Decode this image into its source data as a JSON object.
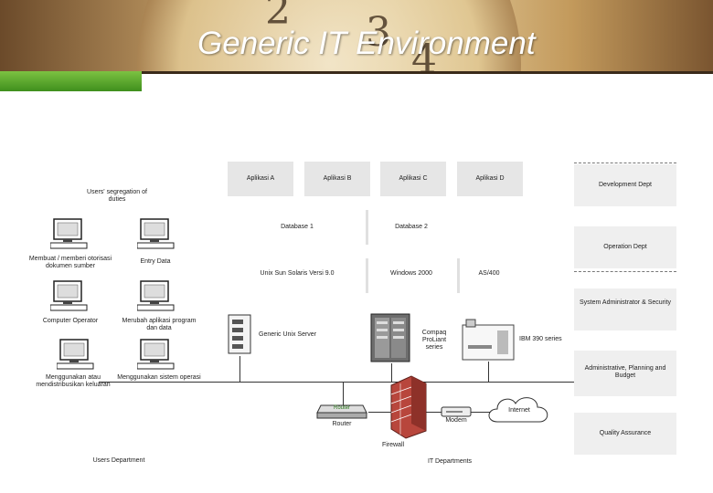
{
  "title": "Generic IT Environment",
  "header_clock_digits": [
    "3",
    "2",
    "4"
  ],
  "apps": [
    "Aplikasi A",
    "Aplikasi B",
    "Aplikasi C",
    "Aplikasi D"
  ],
  "databases": [
    "Database 1",
    "Database 2"
  ],
  "platforms": [
    "Unix Sun Solaris Versi 9.0",
    "Windows 2000",
    "AS/400"
  ],
  "user_labels": {
    "segregation": "Users' segregation of duties",
    "maintain": "Membuat / memberi otorisasi dokumen sumber",
    "entry": "Entry Data",
    "operator": "Computer Operator",
    "program": "Merubah aplikasi program dan data",
    "use": "Menggunakan atau mendistribusikan keluaran",
    "operations": "Menggunakan sistem operasi",
    "users_dept": "Users Department"
  },
  "hardware": {
    "unix_server": "Generic Unix Server",
    "compaq": "Compaq ProLiant series",
    "ibm": "IBM 390 series",
    "router": "Router",
    "router_icon": "Router",
    "firewall": "Firewall",
    "modem": "Modem",
    "internet": "Internet",
    "it_dept": "IT Departments"
  },
  "departments": [
    "Development Dept",
    "Operation Dept",
    "System Administrator & Security",
    "Administrative, Planning and Budget",
    "Quality Assurance"
  ],
  "colors": {
    "title": "#ffffff",
    "accent_green": "#5aa832",
    "box_gray": "#e6e6e6",
    "firewall": "#b8463c"
  }
}
